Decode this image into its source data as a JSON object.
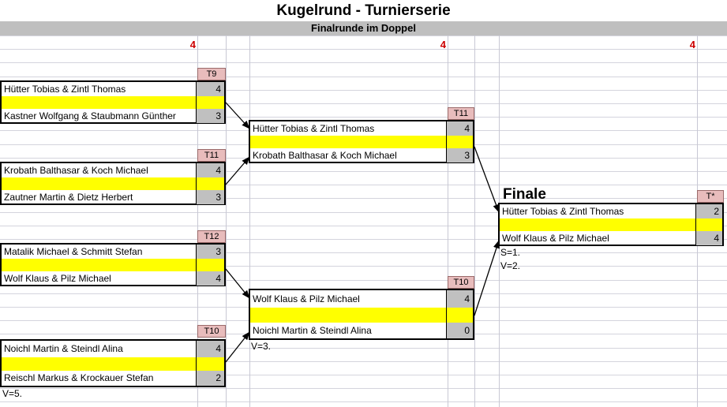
{
  "header": {
    "title": "Kugelrund - Turnierserie",
    "subtitle": "Finalrunde im Doppel",
    "round_targets": [
      "4",
      "4",
      "4"
    ],
    "accent_color": "#cc0000",
    "subtitle_bg": "#bfbfbf"
  },
  "colors": {
    "score_cell": "#c0c0c0",
    "highlight": "#ffff00",
    "tlabel_bg": "#e8bcbc",
    "border": "#000000",
    "gridline": "#d4d4dd"
  },
  "bracket": {
    "round1": [
      {
        "id": "m1",
        "tlabel": "T9",
        "top": {
          "name": "Hütter Tobias & Zintl Thomas",
          "score": "4"
        },
        "bottom": {
          "name": "Kastner Wolfgang & Staubmann Günther",
          "score": "3"
        }
      },
      {
        "id": "m2",
        "tlabel": "T11",
        "top": {
          "name": "Krobath Balthasar & Koch Michael",
          "score": "4"
        },
        "bottom": {
          "name": "Zautner Martin & Dietz Herbert",
          "score": "3"
        }
      },
      {
        "id": "m3",
        "tlabel": "T12",
        "top": {
          "name": "Matalik Michael & Schmitt Stefan",
          "score": "3"
        },
        "bottom": {
          "name": "Wolf Klaus & Pilz Michael",
          "score": "4"
        }
      },
      {
        "id": "m4",
        "tlabel": "T10",
        "top": {
          "name": "Noichl Martin & Steindl Alina",
          "score": "4"
        },
        "bottom": {
          "name": "Reischl Markus & Krockauer Stefan",
          "score": "2"
        }
      }
    ],
    "round2": [
      {
        "id": "m5",
        "tlabel": "T11",
        "top": {
          "name": "Hütter Tobias & Zintl Thomas",
          "score": "4"
        },
        "bottom": {
          "name": "Krobath Balthasar & Koch Michael",
          "score": "3"
        }
      },
      {
        "id": "m6",
        "tlabel": "T10",
        "top": {
          "name": "Wolf Klaus & Pilz Michael",
          "score": "4"
        },
        "bottom": {
          "name": "Noichl Martin & Steindl Alina",
          "score": "0"
        }
      }
    ],
    "final": {
      "id": "m7",
      "heading": "Finale",
      "tlabel": "T*",
      "top": {
        "name": "Hütter Tobias & Zintl Thomas",
        "score": "2"
      },
      "bottom": {
        "name": "Wolf Klaus & Pilz Michael",
        "score": "4"
      }
    }
  },
  "notes": {
    "final_s": "S=1.",
    "final_v": "V=2.",
    "round2_v": "V=3.",
    "round1_v": "V=5."
  }
}
